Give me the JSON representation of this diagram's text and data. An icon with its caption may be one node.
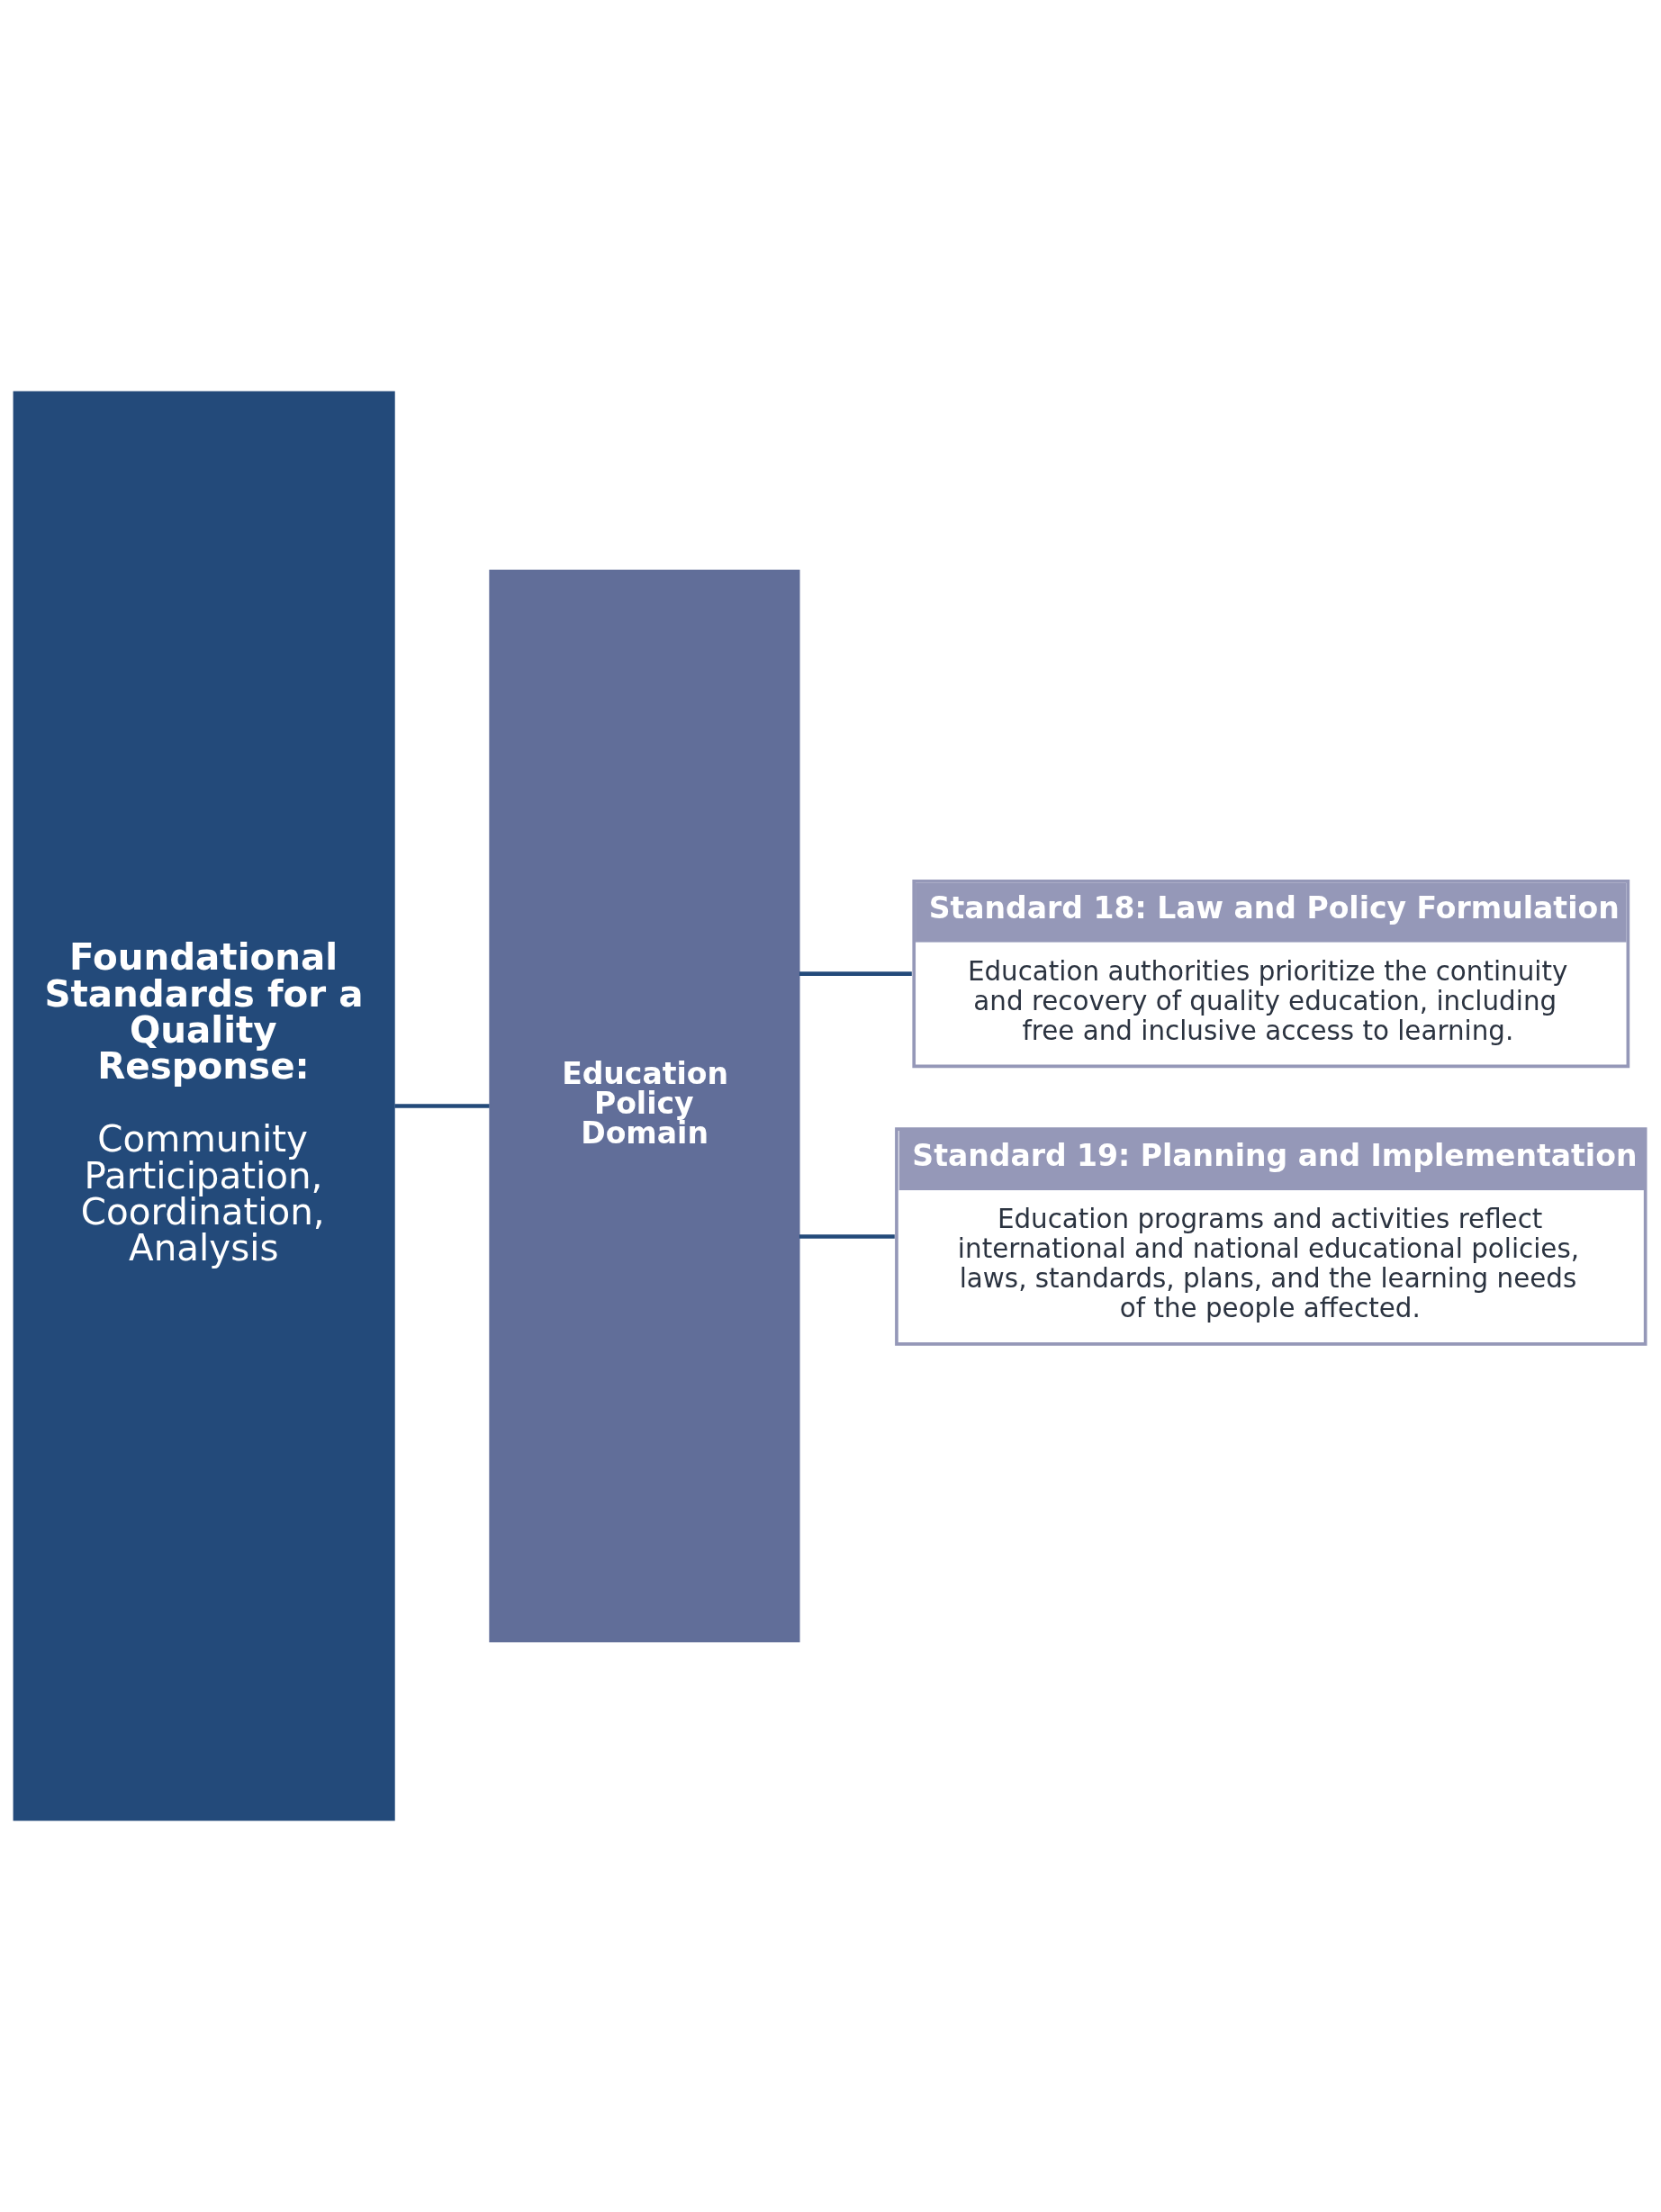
{
  "diagram": {
    "nodes": [
      {
        "text": [
          "Foundational Standards for a Quality Response:",
          "Community Participation, Coordination, Analysis"
        ]
      },
      {
        "text": [
          "Education Policy Domain"
        ]
      },
      {
        "text": [
          "Standard 18: Law and Policy Formulation",
          "Education authorities prioritize the continuity and recovery of quality education, including free and inclusive access to learning."
        ]
      },
      {
        "text": [
          "Standard 19: Planning and Implementation",
          "Education programs and activities reflect international and national educational policies, laws, standards, plans, and the learning needs of the people affected."
        ]
      }
    ],
    "edges": [
      {
        "from": 0,
        "to": 1,
        "arrow": "none"
      },
      {
        "from": 1,
        "to": 2,
        "arrow": "none"
      },
      {
        "from": 1,
        "to": 3,
        "arrow": "none"
      }
    ]
  }
}
